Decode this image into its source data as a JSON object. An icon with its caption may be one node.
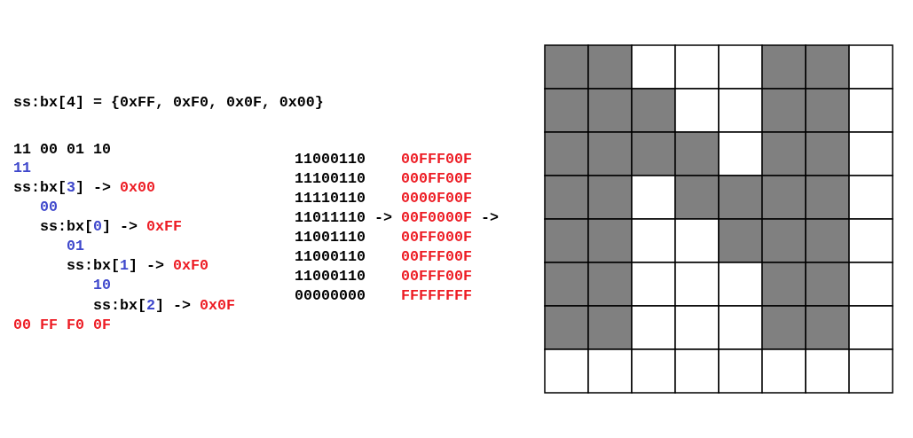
{
  "diagram": {
    "labels": [
      "ss:bx[4] = {0xFF, 0xF0, 0x0F, 0x00}",
      "11 00 01 10",
      "11",
      "ss:bx[3] ->",
      "0x00",
      "00",
      "ss:bx[0] ->",
      "0xFF",
      "01",
      "ss:bx[1] ->",
      "0xF0",
      "10",
      "ss:bx[2] ->",
      "0x0F",
      "00 FF F0 0F",
      "11000110",
      "00FFF00F",
      "11100110",
      "000FF00F",
      "11110110",
      "0000F00F",
      "11011110",
      "->",
      "00F0000F",
      "->",
      "11001110",
      "00FF000F",
      "11000110",
      "00FFF00F",
      "11000110",
      "00FFF00F",
      "00000000",
      "FFFFFFFF"
    ]
  }
}
